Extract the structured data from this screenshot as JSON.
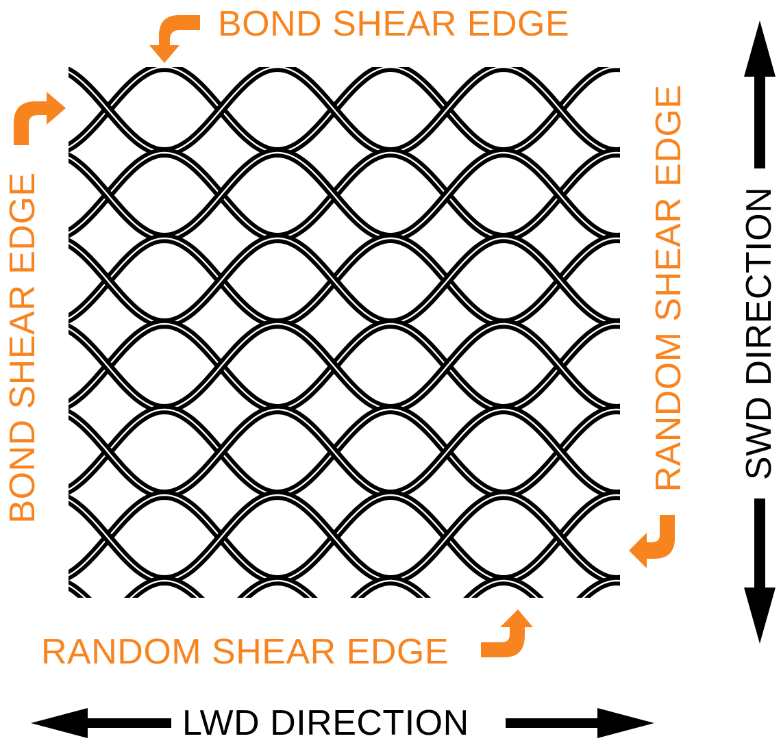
{
  "labels": {
    "top_edge": "BOND SHEAR EDGE",
    "left_edge": "BOND SHEAR EDGE",
    "right_edge": "RANDOM SHEAR EDGE",
    "bottom_edge": "RANDOM SHEAR EDGE",
    "horizontal_direction": "LWD DIRECTION",
    "vertical_direction": "SWD DIRECTION"
  },
  "colors": {
    "accent": "#f7841f",
    "mesh": "#000000",
    "background": "#ffffff"
  },
  "icons": [
    "curved-arrow-icon",
    "double-headed-arrow-icon"
  ]
}
